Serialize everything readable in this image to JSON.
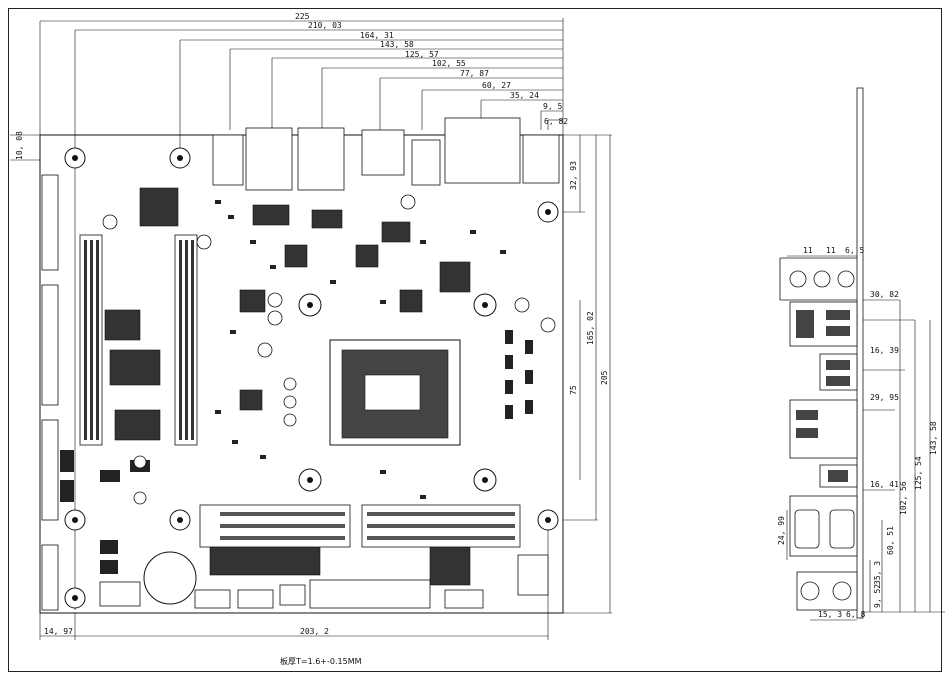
{
  "top_dims": [
    "225",
    "210, 03",
    "164, 31",
    "143, 58",
    "125, 57",
    "102, 55",
    "77, 87",
    "60, 27",
    "35, 24",
    "9, 5",
    "6, 82"
  ],
  "left_dim": "10, 08",
  "right_dims": [
    "32, 93",
    "165, 02",
    "205",
    "75"
  ],
  "bottom_dims": [
    "14, 97",
    "203, 2"
  ],
  "side_top_dims": [
    "11",
    "11",
    "6, 5"
  ],
  "side_right_dims": [
    "30, 82",
    "16, 39",
    "29, 95",
    "16, 41",
    "102, 56",
    "125, 54",
    "143, 58",
    "60, 51",
    "35, 3",
    "9, 52"
  ],
  "side_left_dim": "24, 99",
  "side_bottom_dims": [
    "15, 3",
    "6, 8"
  ],
  "note": "板厚T=1.6+-0.15MM"
}
